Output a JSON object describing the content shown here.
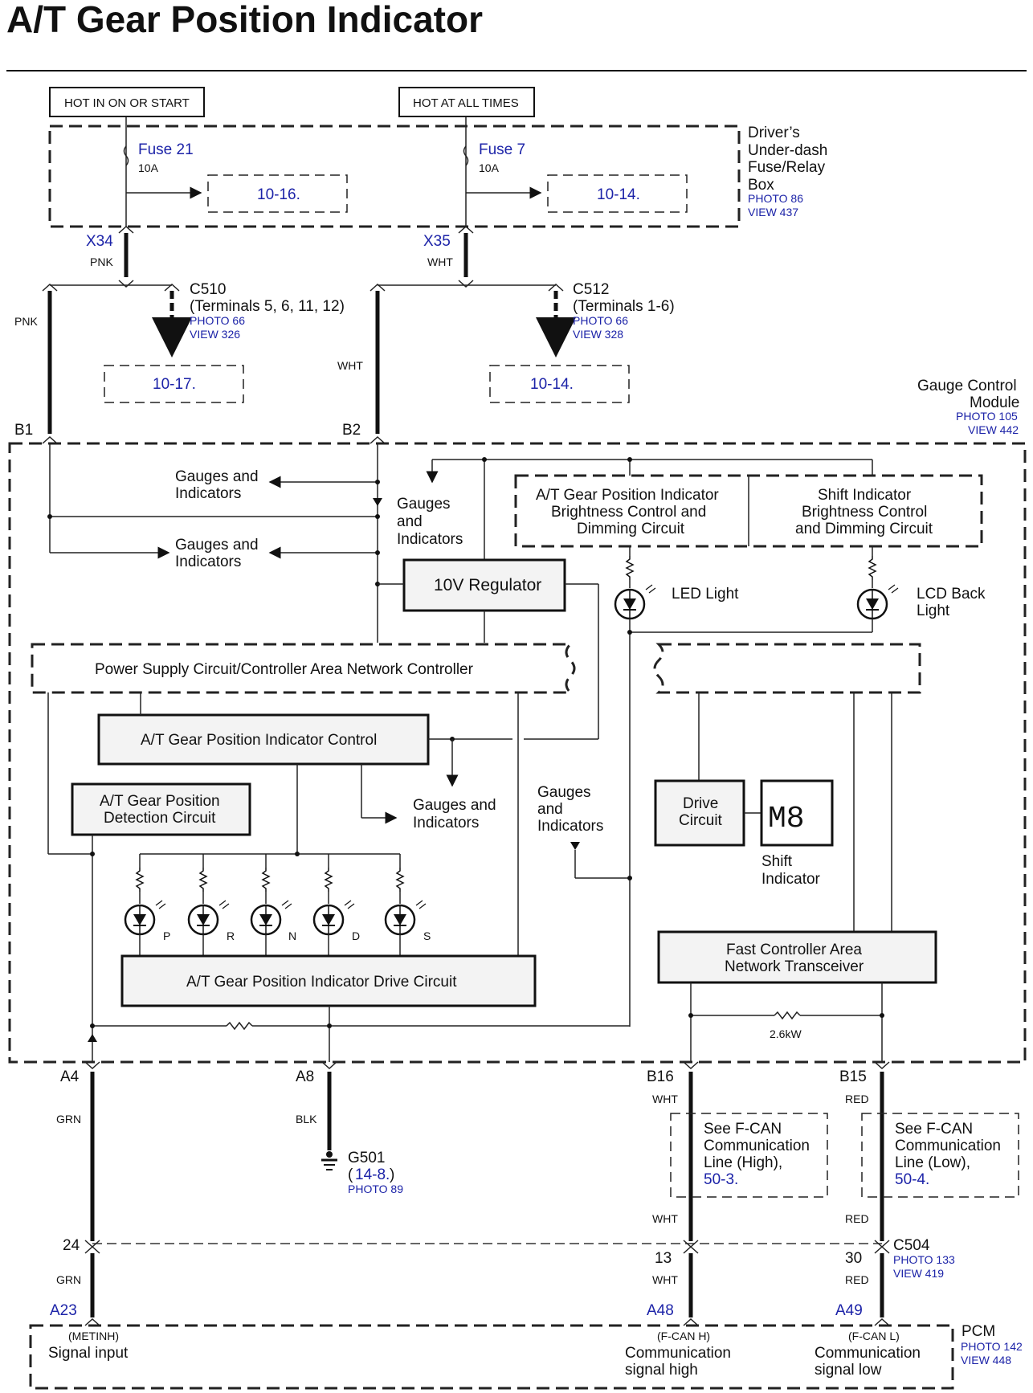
{
  "title": "A/T Gear Position Indicator",
  "hot_labels": {
    "left": "HOT IN ON OR START",
    "right": "HOT AT ALL TIMES"
  },
  "fuse_box": {
    "name_lines": [
      "Driver’s",
      "Under-dash",
      "Fuse/Relay",
      "Box"
    ],
    "photo": "PHOTO 86",
    "view": "VIEW 437",
    "fuse_left": {
      "name": "Fuse 21",
      "rating": "10A",
      "ref": "10-16."
    },
    "fuse_right": {
      "name": "Fuse 7",
      "rating": "10A",
      "ref": "10-14."
    }
  },
  "x34": {
    "id": "X34",
    "color": "PNK"
  },
  "x35": {
    "id": "X35",
    "color": "WHT"
  },
  "c510": {
    "name": "C510",
    "terms": "(Terminals 5, 6, 11, 12)",
    "photo": "PHOTO 66",
    "view": "VIEW 326",
    "ref": "10-17."
  },
  "c512": {
    "name": "C512",
    "terms": "(Terminals 1-6)",
    "photo": "PHOTO 66",
    "view": "VIEW 328",
    "ref": "10-14."
  },
  "wire_pnk": "PNK",
  "wire_wht": "WHT",
  "pin_b1": "B1",
  "pin_b2": "B2",
  "gcm": {
    "name_lines": [
      "Gauge Control",
      "Module"
    ],
    "photo": "PHOTO 105",
    "view": "VIEW 442"
  },
  "gauges_indicators": [
    "Gauges and",
    "Indicators"
  ],
  "gauges_stack": [
    "Gauges",
    "and",
    "Indicators"
  ],
  "brightness_at": [
    "A/T Gear Position Indicator",
    "Brightness Control and",
    "Dimming Circuit"
  ],
  "brightness_shift": [
    "Shift Indicator",
    "Brightness Control",
    "and Dimming Circuit"
  ],
  "regulator": "10V Regulator",
  "led_light": "LED Light",
  "lcd_back_light": [
    "LCD Back",
    "Light"
  ],
  "power_supply": "Power Supply Circuit/Controller Area Network Controller",
  "at_control": "A/T Gear Position Indicator Control",
  "at_detection": [
    "A/T Gear Position",
    "Detection Circuit"
  ],
  "gauges_and_indicators2": [
    "Gauges and",
    "Indicators"
  ],
  "drive_circuit": [
    "Drive",
    "Circuit"
  ],
  "shift_display": "M8",
  "shift_indicator": [
    "Shift",
    "Indicator"
  ],
  "gear_leds": [
    "P",
    "R",
    "N",
    "D",
    "S"
  ],
  "drive_circuit_main": "A/T Gear Position Indicator Drive Circuit",
  "fcan_transceiver": [
    "Fast Controller Area",
    "Network Transceiver"
  ],
  "resistor_value": "2.6kW",
  "pins_bottom": {
    "a4": {
      "id": "A4",
      "color": "GRN"
    },
    "a8": {
      "id": "A8",
      "color": "BLK"
    },
    "b16": {
      "id": "B16",
      "color": "WHT"
    },
    "b15": {
      "id": "B15",
      "color": "RED"
    }
  },
  "g501": {
    "name": "G501",
    "ref": "14-8.",
    "photo": "PHOTO 89"
  },
  "fcan_high_note": [
    "See F-CAN",
    "Communication",
    "Line (High),",
    "50-3."
  ],
  "fcan_low_note": [
    "See F-CAN",
    "Communication",
    "Line (Low),",
    "50-4."
  ],
  "c504": {
    "name": "C504",
    "photo": "PHOTO 133",
    "view": "VIEW 419",
    "pin_grn": "24",
    "pin_wht": "13",
    "pin_red": "30",
    "upper_wht": "WHT",
    "upper_red": "RED",
    "lower_grn": "GRN",
    "lower_wht": "WHT",
    "lower_red": "RED"
  },
  "pcm": {
    "name": "PCM",
    "photo": "PHOTO 142",
    "view": "VIEW 448",
    "a23": "A23",
    "a48": "A48",
    "a49": "A49",
    "sig1_code": "(METINH)",
    "sig1": "Signal input",
    "sig2_code": "(F-CAN H)",
    "sig2": [
      "Communication",
      "signal high"
    ],
    "sig3_code": "(F-CAN L)",
    "sig3": [
      "Communication",
      "signal low"
    ]
  }
}
